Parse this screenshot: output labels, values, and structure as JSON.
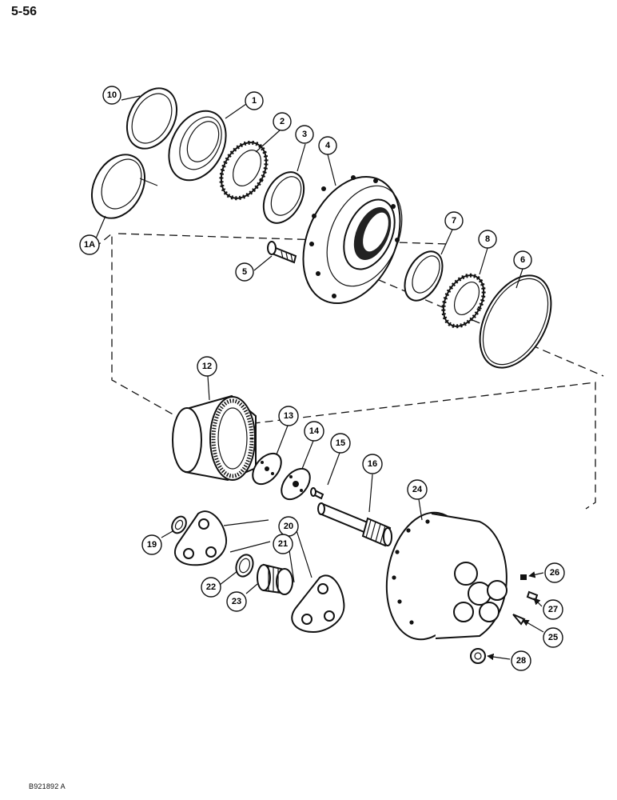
{
  "page": {
    "page_number": "5-56",
    "figure_code": "B921892 A"
  },
  "callouts": {
    "c10": "10",
    "c1": "1",
    "c2": "2",
    "c3": "3",
    "c4": "4",
    "c1a": "1A",
    "c5": "5",
    "c7": "7",
    "c8": "8",
    "c6": "6",
    "c12": "12",
    "c13": "13",
    "c14": "14",
    "c15": "15",
    "c16": "16",
    "c24": "24",
    "c20": "20",
    "c19": "19",
    "c21": "21",
    "c22": "22",
    "c23": "23",
    "c26": "26",
    "c27": "27",
    "c25": "25",
    "c28": "28"
  }
}
